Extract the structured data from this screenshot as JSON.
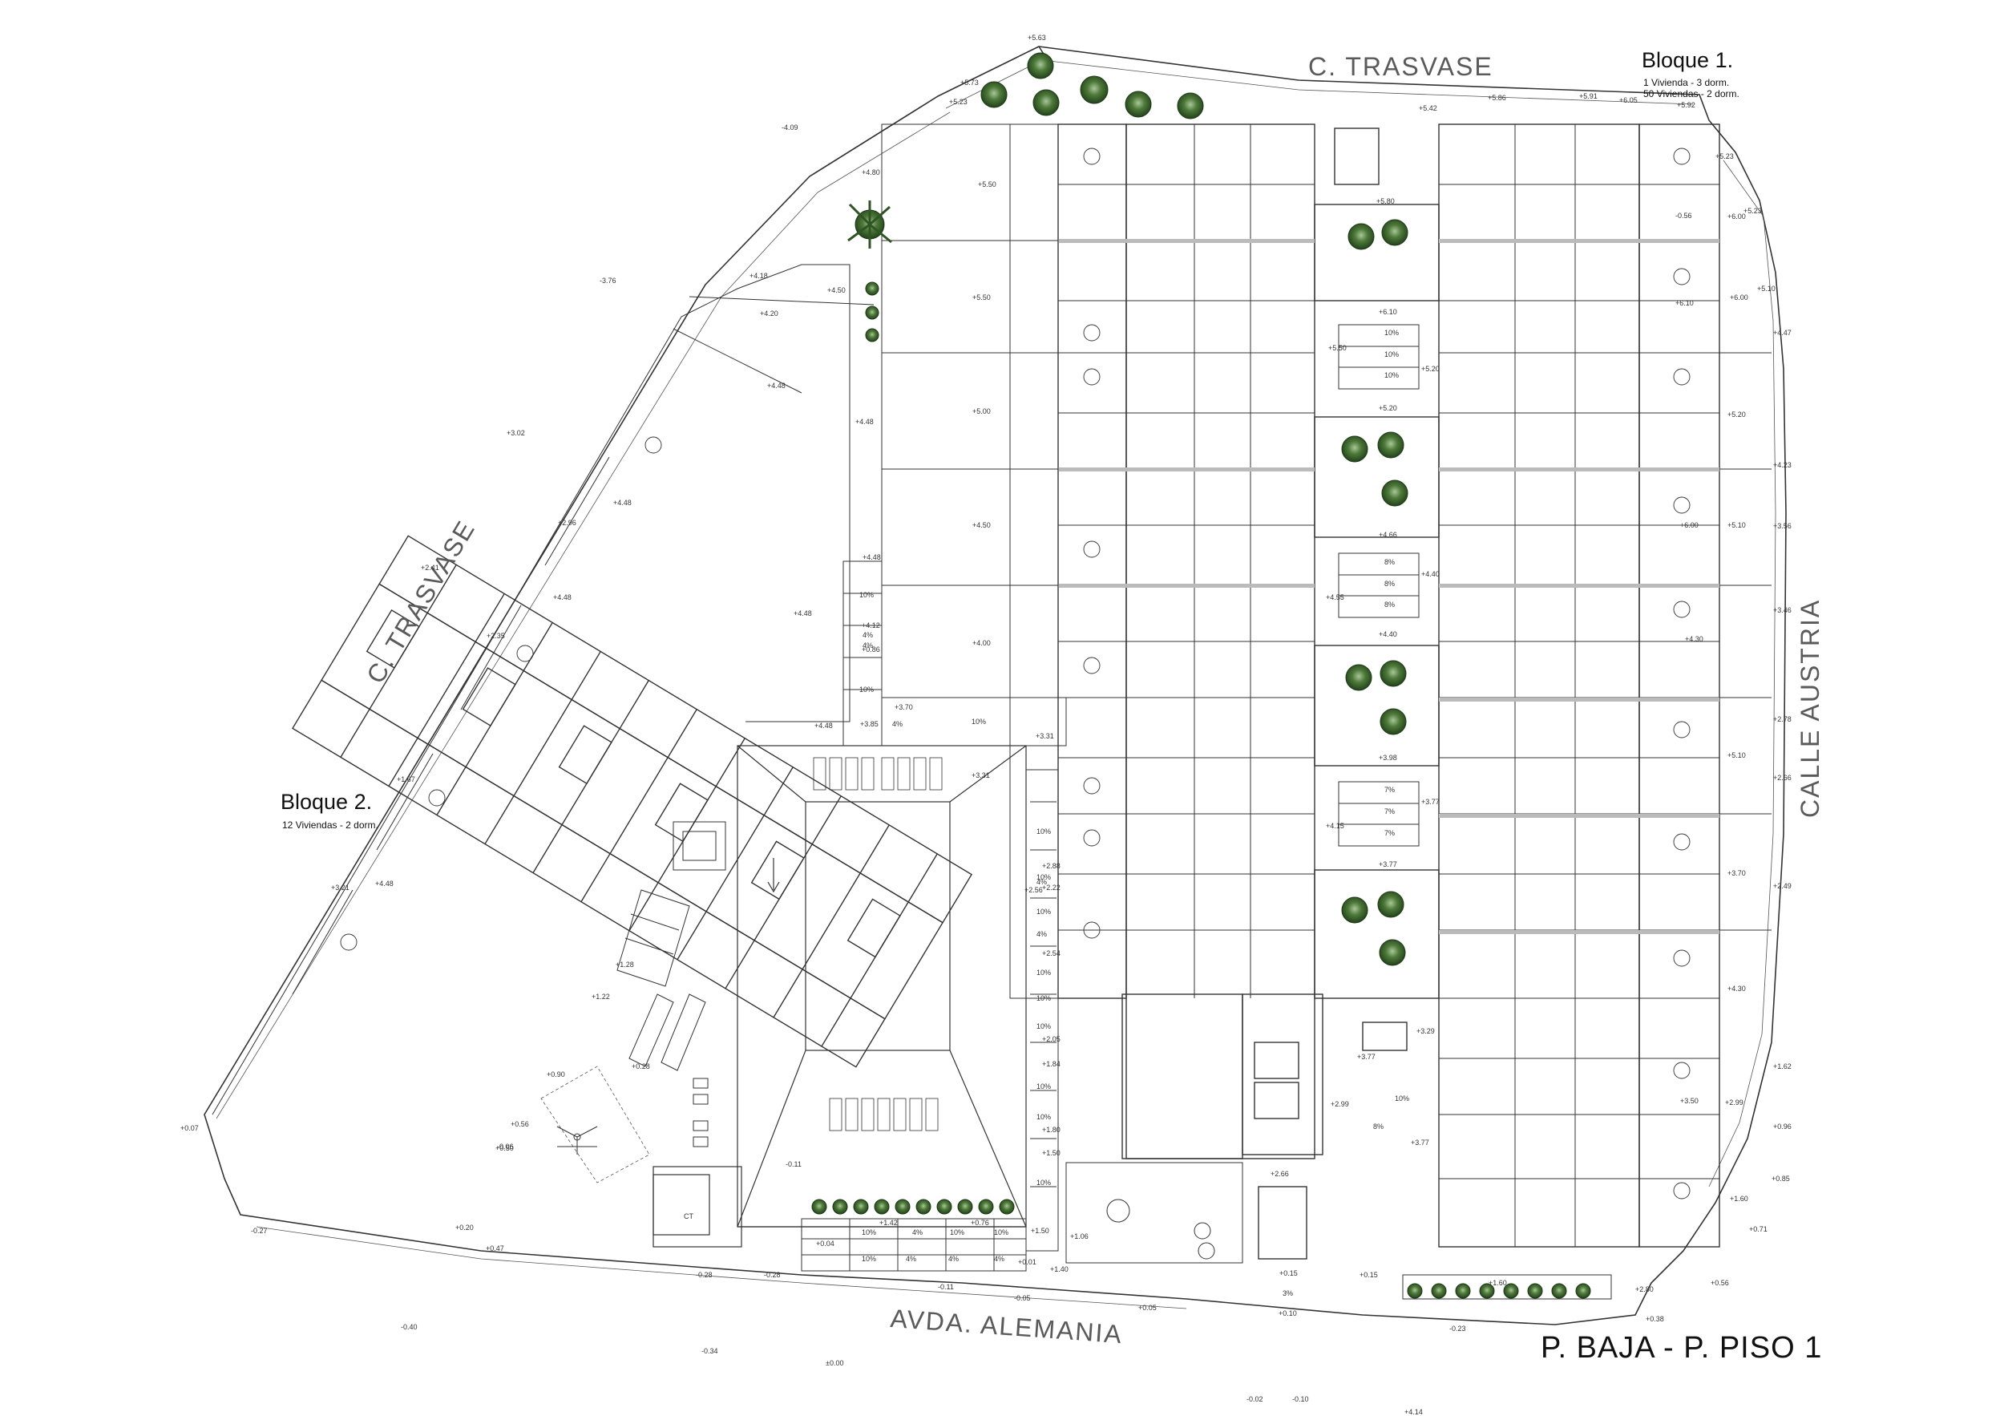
{
  "sheet_title": "P. BAJA - P. PISO 1",
  "streets": {
    "north": "C. TRASVASE",
    "west": "C. TRASVASE",
    "east": "CALLE AUSTRIA",
    "south": "AVDA. ALEMANIA"
  },
  "bloque1": {
    "title": "Bloque 1.",
    "lines": [
      "1 Vivienda - 3 dorm.",
      "50 Viviendas - 2 dorm."
    ]
  },
  "bloque2": {
    "title": "Bloque 2.",
    "lines": [
      "12 Viviendas - 2 dorm."
    ]
  },
  "ct_label": "CT",
  "levels": [
    "+5.63",
    "+5.73",
    "+5.23",
    "-4.09",
    "+5.42",
    "+5.86",
    "+5.91",
    "+6.05",
    "+5.92",
    "+4.80",
    "+5.50",
    "+4.18",
    "-3.76",
    "+4.50",
    "+4.20",
    "+5.50",
    "+4.48",
    "+3.02",
    "+4.48",
    "+5.00",
    "+4.50",
    "+2.96",
    "+2.41",
    "+4.48",
    "+4.00",
    "+4.48",
    "+2.35",
    "+4.48",
    "+4.48",
    "+1.67",
    "+3.85",
    "+3.70",
    "+3.31",
    "+3.31",
    "+4.48",
    "+3.21",
    "+4.48",
    "+1.28",
    "+1.22",
    "+0.28",
    "+0.56",
    "+0.50",
    "+0.07",
    "-0.27",
    "+0.20",
    "+0.47",
    "-0.28",
    "-0.28",
    "-0.11",
    "-0.11",
    "-0.05",
    "+0.05",
    "+0.15",
    "+0.15",
    "+0.10",
    "-0.23",
    "+0.38",
    "+0.56",
    "+0.71",
    "+0.85",
    "+0.96",
    "+1.60",
    "+1.62",
    "+2.49",
    "+2.66",
    "+2.78",
    "+3.46",
    "+3.56",
    "+4.23",
    "+4.47",
    "+5.10",
    "+5.23",
    "+5.23",
    "+6.00",
    "+6.00",
    "+6.10",
    "+6.10",
    "+5.80",
    "+5.50",
    "+5.20",
    "+5.20",
    "+4.66",
    "+4.55",
    "+4.40",
    "+4.40",
    "+3.98",
    "+4.15",
    "+3.77",
    "+3.77",
    "+3.29",
    "+3.77",
    "+2.99",
    "+3.77",
    "+2.66",
    "+2.56",
    "+2.54",
    "+2.88",
    "+2.22",
    "+2.05",
    "+1.84",
    "+1.80",
    "+1.50",
    "+1.50",
    "+1.06",
    "+1.42",
    "+0.76",
    "+0.04",
    "+0.01",
    "+1.40",
    "+1.60",
    "+2.80",
    "+2.99",
    "+3.50",
    "+3.70",
    "+4.30",
    "+4.30",
    "+5.10",
    "+5.10",
    "+5.20",
    "+6.00",
    "-0.56",
    "-0.40",
    "-0.34",
    "±0.00",
    "-0.02",
    "-0.10",
    "+4.14",
    "+4.12",
    "+0.86",
    "+0.90",
    "-0.06"
  ],
  "slopes": [
    "10%",
    "10%",
    "10%",
    "8%",
    "8%",
    "8%",
    "7%",
    "7%",
    "7%",
    "10%",
    "4%",
    "4%",
    "10%",
    "10%",
    "4%",
    "10%",
    "10%",
    "10%",
    "10%",
    "10%",
    "10%",
    "10%",
    "10%",
    "10%",
    "4%",
    "4%",
    "10%",
    "4%",
    "10%",
    "10%",
    "4%",
    "3%",
    "8%",
    "10%",
    "10%",
    "4%",
    "4%"
  ],
  "colors": {
    "line": "#333333",
    "tree_fill": "#4f7a3a",
    "tree_dark": "#2f5524",
    "street_text": "#5a5a5a"
  }
}
